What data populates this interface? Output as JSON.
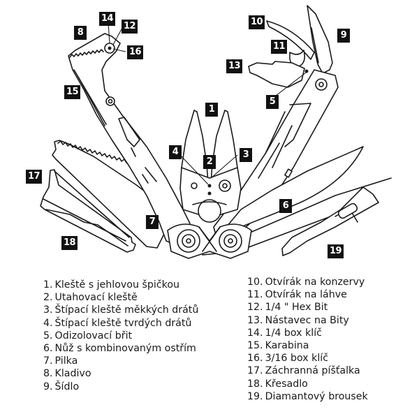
{
  "title": "Multitool parts diagram",
  "colors": {
    "badge_bg": "#111111",
    "badge_text": "#ffffff",
    "line": "#1a1a1a",
    "text": "#1a1a1a"
  },
  "callouts": [
    {
      "num": "1"
    },
    {
      "num": "2"
    },
    {
      "num": "3"
    },
    {
      "num": "4"
    },
    {
      "num": "5"
    },
    {
      "num": "6"
    },
    {
      "num": "7"
    },
    {
      "num": "8"
    },
    {
      "num": "9"
    },
    {
      "num": "10"
    },
    {
      "num": "11"
    },
    {
      "num": "12"
    },
    {
      "num": "13"
    },
    {
      "num": "14"
    },
    {
      "num": "15"
    },
    {
      "num": "16"
    },
    {
      "num": "17"
    },
    {
      "num": "18"
    },
    {
      "num": "19"
    }
  ],
  "legend": {
    "left": [
      {
        "num": "1.",
        "label": "Kleště s jehlovou špičkou"
      },
      {
        "num": "2.",
        "label": "Utahovací kleště"
      },
      {
        "num": "3.",
        "label": "Štípací kleště měkkých drátů"
      },
      {
        "num": "4.",
        "label": "Štípací kleště tvrdých drátů"
      },
      {
        "num": "5.",
        "label": "Odizolovací břit"
      },
      {
        "num": "6.",
        "label": "Nůž s kombinovaným ostřím"
      },
      {
        "num": "7.",
        "label": "Pilka"
      },
      {
        "num": "8.",
        "label": "Kladivo"
      },
      {
        "num": "9.",
        "label": "Šídlo"
      }
    ],
    "right": [
      {
        "num": "10.",
        "label": "Otvírák na konzervy"
      },
      {
        "num": "11.",
        "label": "Otvírák na láhve"
      },
      {
        "num": "12.",
        "label": "1/4 \" Hex Bit"
      },
      {
        "num": "13.",
        "label": "Nástavec na Bity"
      },
      {
        "num": "14.",
        "label": "1/4 box klíč"
      },
      {
        "num": "15.",
        "label": "Karabina"
      },
      {
        "num": "16.",
        "label": "3/16 box klíč"
      },
      {
        "num": "17.",
        "label": "Záchranná píšťalka"
      },
      {
        "num": "18.",
        "label": "Křesadlo"
      },
      {
        "num": "19.",
        "label": "Diamantový brousek"
      }
    ]
  }
}
